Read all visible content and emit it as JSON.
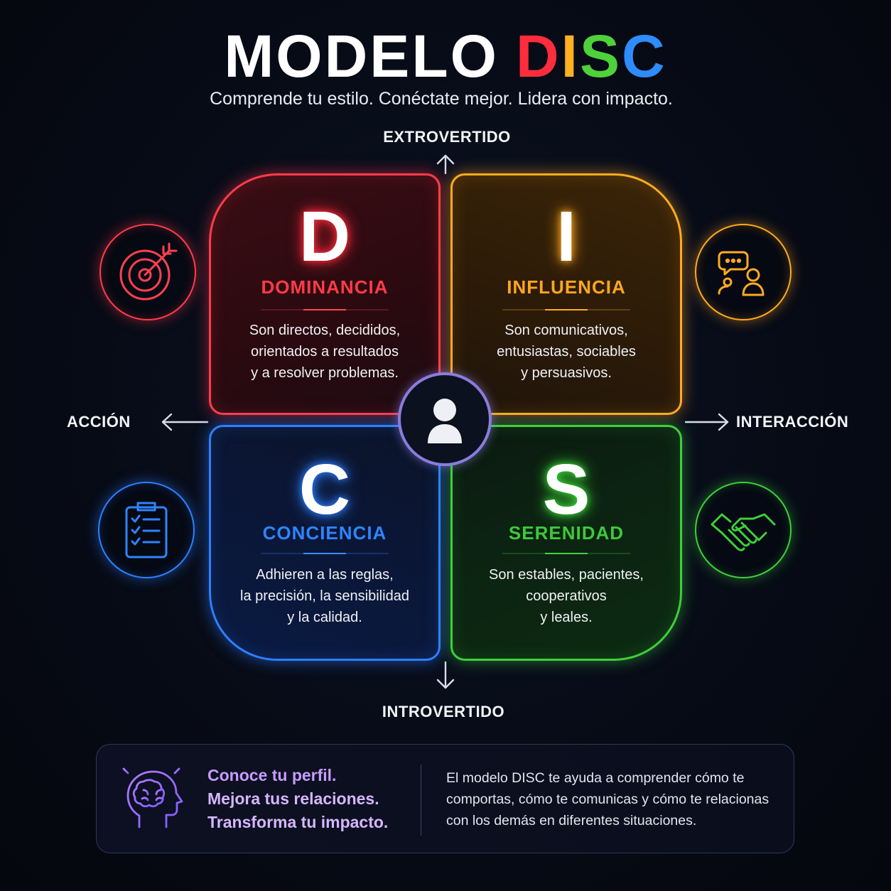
{
  "header": {
    "title_word": "MODELO",
    "title_letters": [
      {
        "char": "D",
        "color": "#ff2d3c"
      },
      {
        "char": "I",
        "color": "#ffb020"
      },
      {
        "char": "S",
        "color": "#4ed13a"
      },
      {
        "char": "C",
        "color": "#2f8cff"
      }
    ],
    "subtitle": "Comprende tu estilo. Conéctate mejor. Lidera con impacto."
  },
  "axes": {
    "top": "EXTROVERTIDO",
    "bottom": "INTROVERTIDO",
    "left": "ACCIÓN",
    "right": "INTERACCIÓN"
  },
  "quadrants": {
    "d": {
      "letter": "D",
      "name": "DOMINANCIA",
      "color": "#ff3b48",
      "icon": "target-icon",
      "description": [
        "Son directos, decididos,",
        "orientados a resultados",
        "y a resolver problemas."
      ]
    },
    "i": {
      "letter": "I",
      "name": "INFLUENCIA",
      "color": "#ffa71e",
      "icon": "chat-people-icon",
      "description": [
        "Son comunicativos,",
        "entusiastas, sociables",
        "y persuasivos."
      ]
    },
    "c": {
      "letter": "C",
      "name": "CONCIENCIA",
      "color": "#2f84ff",
      "icon": "clipboard-checklist-icon",
      "description": [
        "Adhieren a las reglas,",
        "la precisión, la sensibilidad",
        "y la calidad."
      ]
    },
    "s": {
      "letter": "S",
      "name": "SERENIDAD",
      "color": "#3dc93a",
      "icon": "handshake-icon",
      "description": [
        "Son estables, pacientes,",
        "cooperativos",
        "y leales."
      ]
    }
  },
  "center": {
    "icon": "person-icon"
  },
  "footer": {
    "icon": "brain-head-icon",
    "motto": [
      "Conoce tu perfil.",
      "Mejora tus relaciones.",
      "Transforma tu impacto."
    ],
    "description": [
      "El modelo DISC te ayuda a comprender cómo te",
      "comportas, cómo te comunicas y cómo te relacionas",
      "con los demás en diferentes situaciones."
    ]
  }
}
